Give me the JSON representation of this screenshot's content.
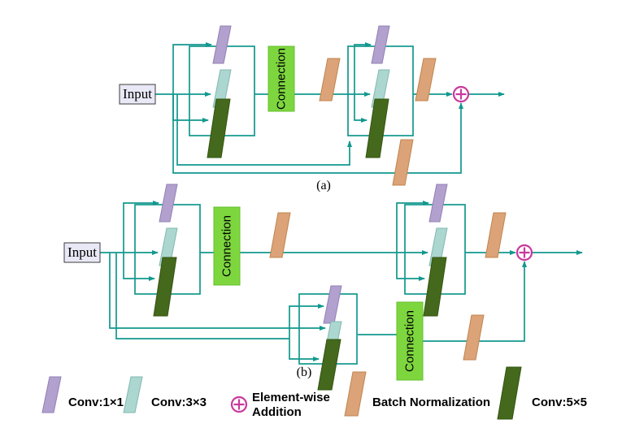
{
  "colors": {
    "line": "#12988e",
    "purple": "#b2a0ce",
    "purple_edge": "#9181b5",
    "teal_shape": "#abd7d0",
    "teal_edge": "#82b8b0",
    "green": "#44691d",
    "green_edge": "#33550f",
    "tan": "#dba377",
    "tan_edge": "#c08550",
    "connection_fill": "#7ed63f",
    "connection_edge": "#65c02c",
    "plus": "#c8399e",
    "input_fill": "#e8e8f6",
    "background": "#ffffff"
  },
  "labels": {
    "input": "Input",
    "connection": "Connection",
    "caption_a": "(a)",
    "caption_b": "(b)"
  },
  "legend": [
    {
      "icon": "conv1x1-parallelogram",
      "label": "Conv:1×1"
    },
    {
      "icon": "conv3x3-parallelogram",
      "label": "Conv:3×3"
    },
    {
      "icon": "elementwise-addition-symbol",
      "label_line1": "Element-wise",
      "label_line2": "Addition"
    },
    {
      "icon": "batch-normalization-parallelogram",
      "label": "Batch Normalization"
    },
    {
      "icon": "conv5x5-parallelogram",
      "label": "Conv:5×5"
    }
  ]
}
